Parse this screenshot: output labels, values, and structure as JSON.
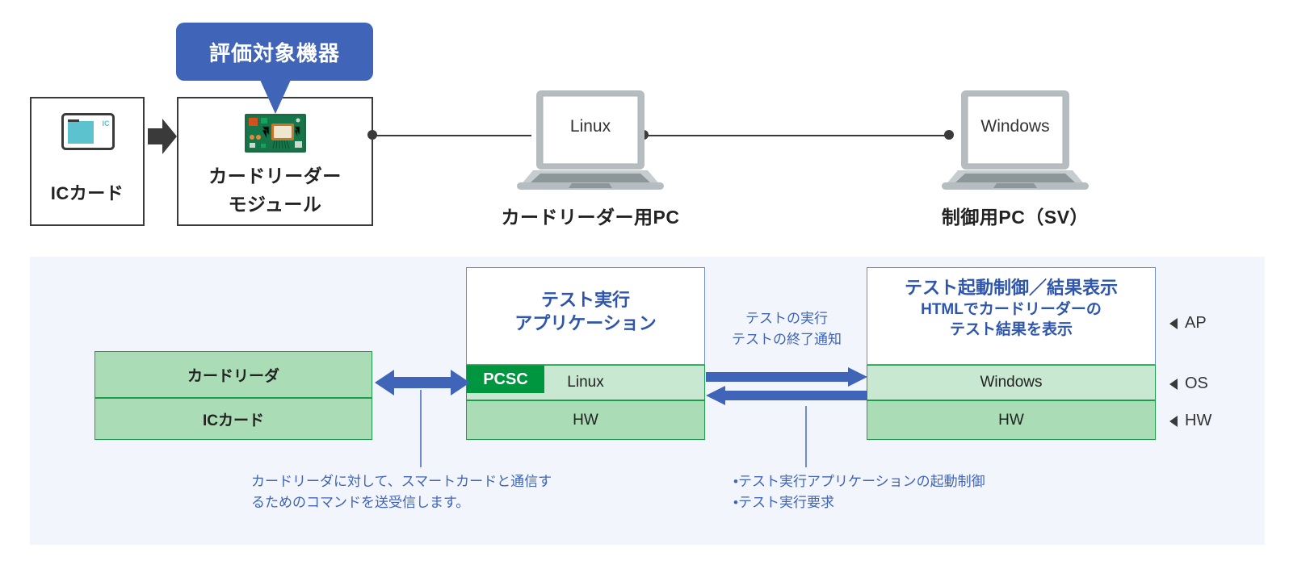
{
  "top": {
    "callout": {
      "label": "評価対象機器"
    },
    "ic_card_box": {
      "label": "ICカード",
      "icon": "ic-card-icon"
    },
    "module_box": {
      "label_line1": "カードリーダー",
      "label_line2": "モジュール",
      "icon": "pcb-module-icon"
    },
    "linux_pc": {
      "screen_label": "Linux",
      "caption": "カードリーダー用PC",
      "icon": "laptop-icon"
    },
    "windows_pc": {
      "screen_label": "Windows",
      "caption": "制御用PC（SV）",
      "icon": "laptop-icon"
    }
  },
  "panel": {
    "left_stack": {
      "layers": [
        {
          "label": "カードリーダ",
          "style": "green-dark"
        },
        {
          "label": "ICカード",
          "style": "green-dark"
        }
      ]
    },
    "middle_stack": {
      "app_title_line1": "テスト実行",
      "app_title_line2": "アプリケーション",
      "pcsc_label": "PCSC",
      "os_label": "Linux",
      "hw_label": "HW"
    },
    "right_stack": {
      "app_title_line1": "テスト起動制御／結果表示",
      "app_sub_line1": "HTMLでカードリーダーの",
      "app_sub_line2": "テスト結果を表示",
      "os_label": "Windows",
      "hw_label": "HW"
    },
    "middle_note_line1": "テストの実行",
    "middle_note_line2": "テストの終了通知",
    "side_labels": [
      {
        "label": "AP"
      },
      {
        "label": "OS"
      },
      {
        "label": "HW"
      }
    ],
    "bottom_note_left_line1": "カードリーダに対して、スマートカードと通信す",
    "bottom_note_left_line2": "るためのコマンドを送受信します。",
    "bottom_note_right_line1": "•テスト実行アプリケーションの起動制御",
    "bottom_note_right_line2": "•テスト実行要求"
  },
  "colors": {
    "accent_blue": "#3f64b8",
    "title_blue": "#2f56ad",
    "green_dark": "#aadcb6",
    "green_light": "#c9e8d2",
    "green_border": "#1f9d4d",
    "pcsc_green": "#00953f",
    "panel_bg": "#f2f6fc",
    "ink": "#3a3a3a"
  }
}
